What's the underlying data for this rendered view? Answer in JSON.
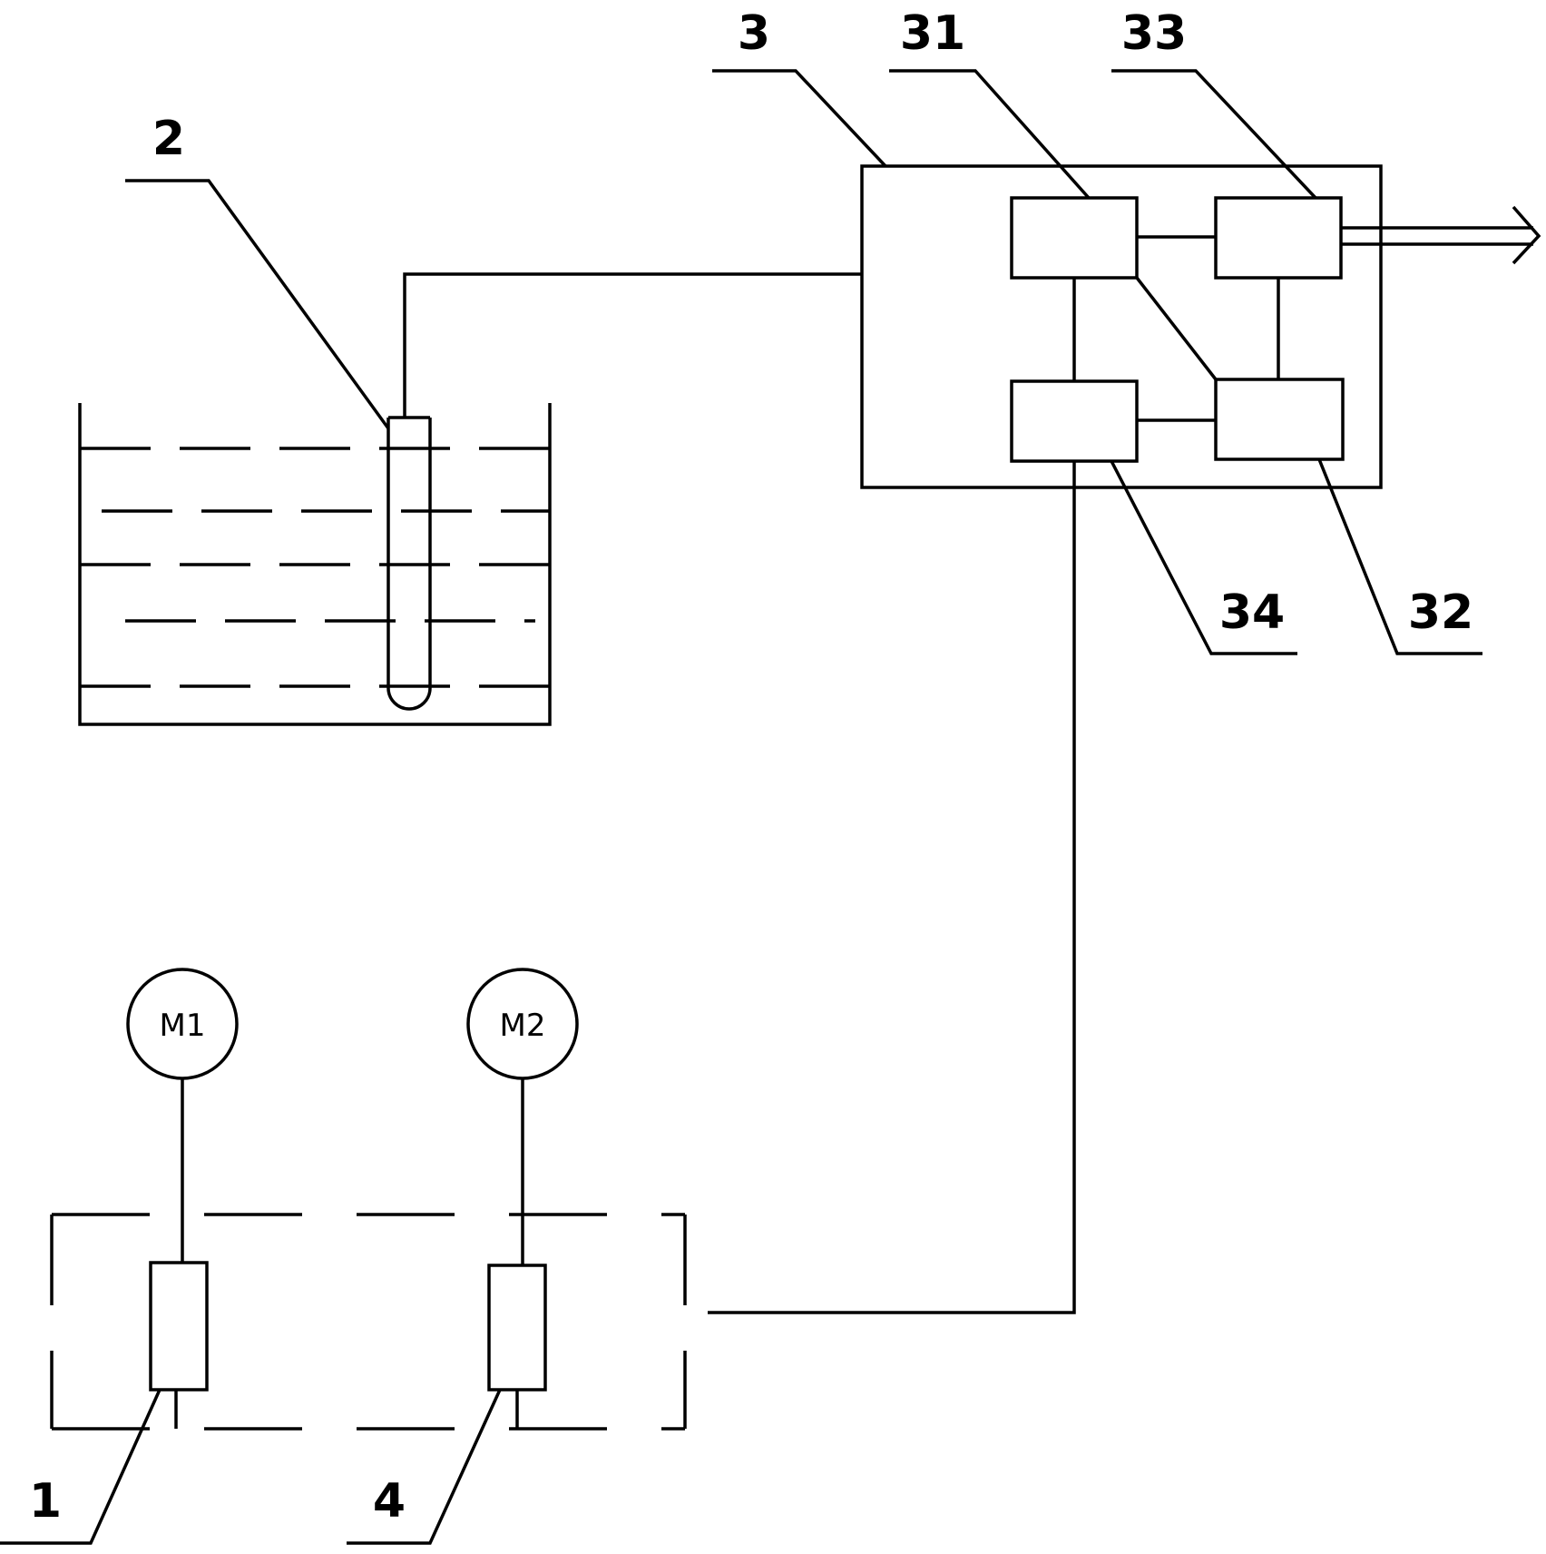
{
  "labels": {
    "l1": "1",
    "l2": "2",
    "l3": "3",
    "l4": "4",
    "l31": "31",
    "l32": "32",
    "l33": "33",
    "l34": "34"
  },
  "motors": {
    "m1": "M1",
    "m2": "M2"
  }
}
